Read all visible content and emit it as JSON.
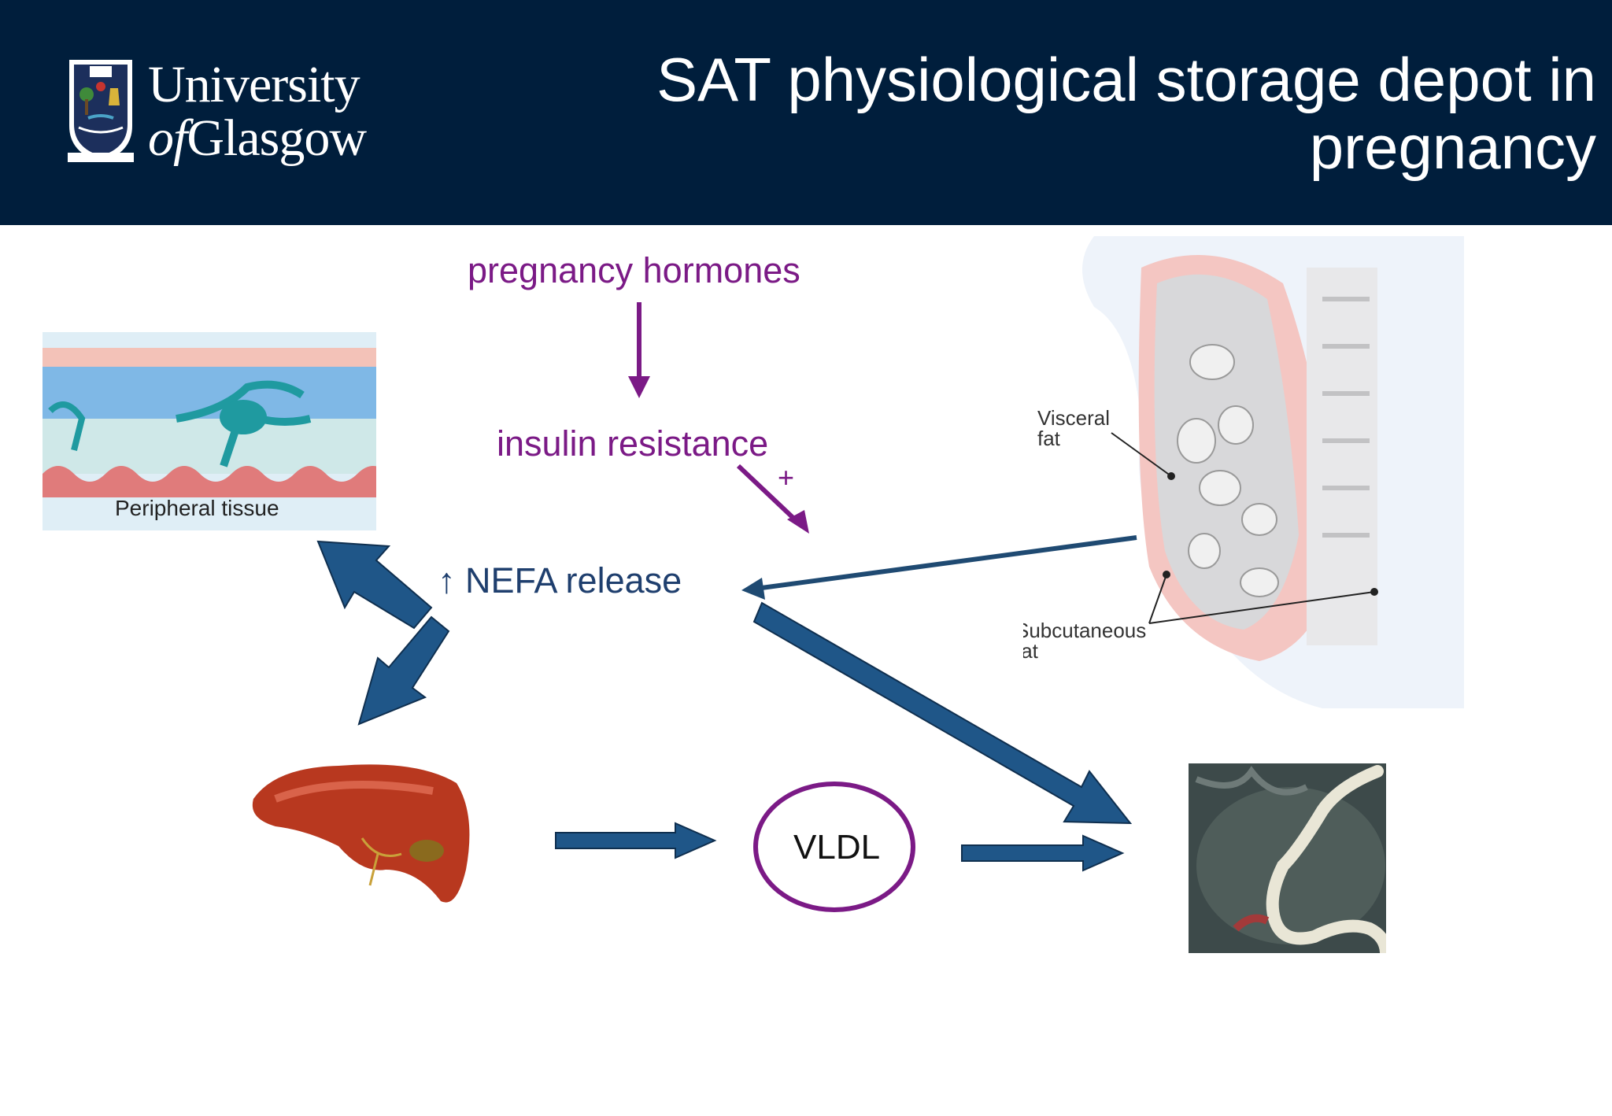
{
  "header": {
    "logo": {
      "line1": "University",
      "line2_of": "of",
      "line2_rest": "Glasgow"
    },
    "title": "SAT physiological storage depot in pregnancy"
  },
  "diagram": {
    "hormones_label": "pregnancy hormones",
    "insulin_label": "insulin resistance",
    "plus_sign": "+",
    "nefa_label": "↑ NEFA release",
    "vldl_label": "VLDL",
    "peripheral_label": "Peripheral tissue",
    "visceral_label_1": "Visceral",
    "visceral_label_2": "fat",
    "subcut_label_1": "Subcutaneous",
    "subcut_label_2": "fat"
  },
  "colors": {
    "header_bg": "#001e3c",
    "purple": "#7b1a86",
    "arrow_blue": "#1f5688",
    "text_navy": "#1f3f6e"
  }
}
